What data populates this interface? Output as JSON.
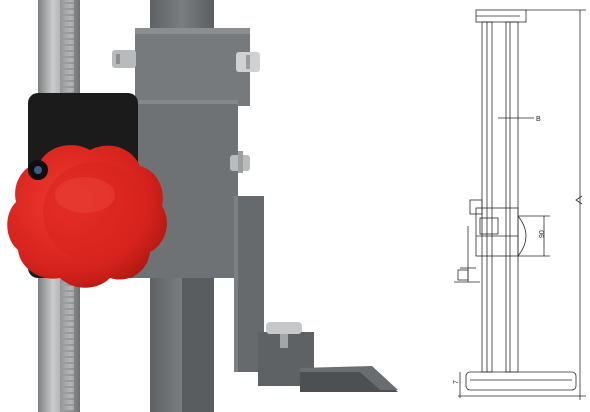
{
  "drawing": {
    "label_b": "B",
    "label_90": "90",
    "label_7": "7"
  },
  "colors": {
    "knob_red": "#e02a22",
    "rack_gray": "#9a9c9d",
    "body_gray": "#6b6e70",
    "block_black": "#1b1b1b"
  }
}
